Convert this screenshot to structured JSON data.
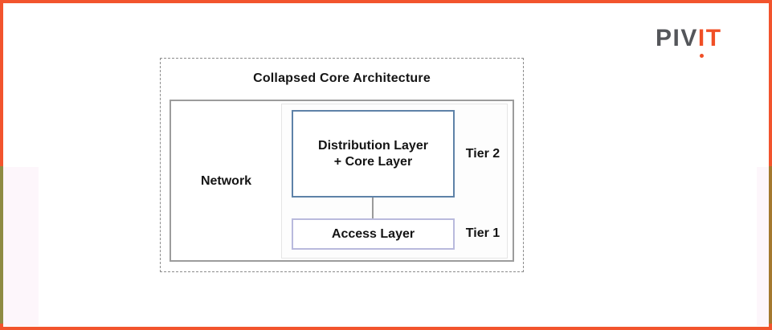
{
  "logo": {
    "gray_text": "PIV",
    "orange_text": "IT"
  },
  "diagram": {
    "title": "Collapsed Core Architecture",
    "network_label": "Network",
    "tier2_box": {
      "line1": "Distribution Layer",
      "line2": "+ Core Layer",
      "tier_label": "Tier 2"
    },
    "tier1_box": {
      "label": "Access Layer",
      "tier_label": "Tier 1"
    }
  },
  "colors": {
    "frame_orange": "#f2542d",
    "logo_gray": "#54565a",
    "logo_orange": "#f04f26",
    "tier2_border": "#5e82a8",
    "tier1_border": "#b9badd",
    "network_border": "#9c9c9c",
    "dashed_border": "#8c8c8c",
    "connector_gray": "#9a9a9a"
  }
}
